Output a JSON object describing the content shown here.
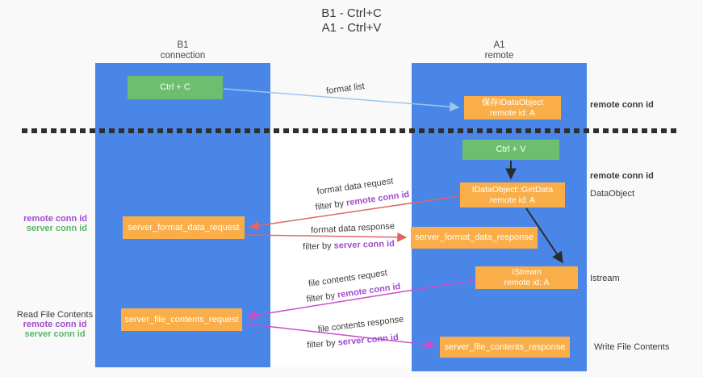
{
  "title": {
    "line1": "B1 - Ctrl+C",
    "line2": "A1 - Ctrl+V"
  },
  "lanes": {
    "left": {
      "name": "B1",
      "role": "connection"
    },
    "right": {
      "name": "A1",
      "role": "remote"
    }
  },
  "nodes": {
    "ctrl_c": {
      "label": "Ctrl + C"
    },
    "ctrl_v": {
      "label": "Ctrl + V"
    },
    "save_idataobject": {
      "line1": "保存IDataObject",
      "line2": "remote id: A"
    },
    "getdata": {
      "line1": "IDataObject::GetData",
      "line2": "remote id: A"
    },
    "istream": {
      "line1": "IStream",
      "line2": "remote id: A"
    },
    "format_request": {
      "label": "server_format_data_request"
    },
    "format_response": {
      "label": "server_format_data_response"
    },
    "file_request": {
      "label": "server_file_contents_request"
    },
    "file_response": {
      "label": "server_file_contents_response"
    }
  },
  "terms": {
    "remote_conn_id": "remote conn id",
    "server_conn_id": "server conn id",
    "filter_by": "filter by"
  },
  "flow_labels": {
    "format_list": "format list",
    "format_data_request": "format data request",
    "format_data_response": "format data response",
    "file_contents_request": "file contents request",
    "file_contents_response": "file contents response"
  },
  "side_labels": {
    "dataobject": "DataObject",
    "istream": "Istream",
    "read_file_contents": "Read File Contents",
    "write_file_contents": "Write File Contents"
  },
  "colors": {
    "lane_blue": "#4a86e8",
    "node_orange": "#f9ae49",
    "node_green": "#6dbf6f",
    "arrow_light_blue": "#9dc6ef",
    "arrow_red": "#e06666",
    "arrow_magenta": "#c94fc9",
    "arrow_black": "#2b2b2b",
    "text_purple": "#a04ccc",
    "text_green": "#58b668"
  }
}
